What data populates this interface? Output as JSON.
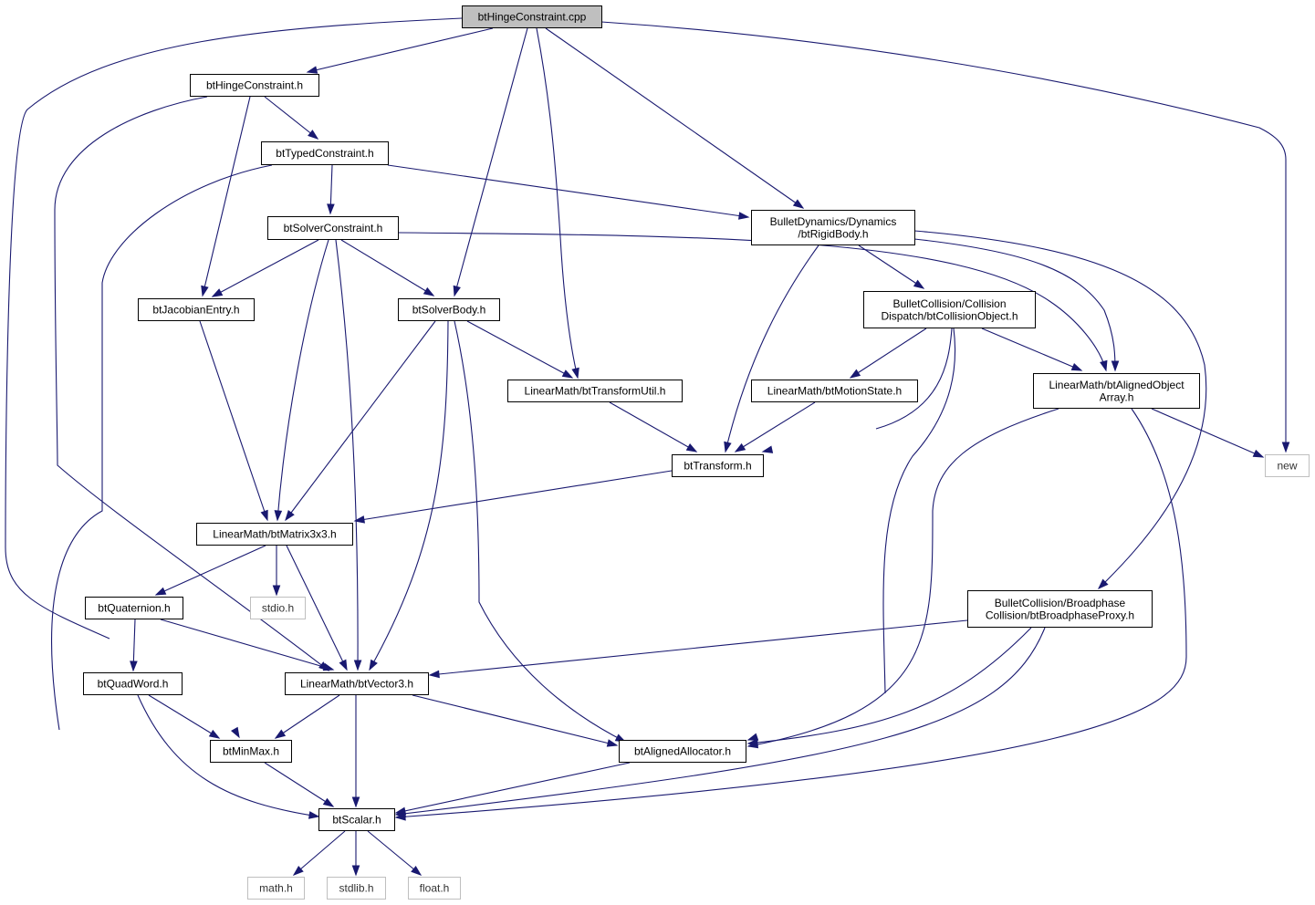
{
  "diagram": {
    "type": "include-dependency-graph",
    "colors": {
      "edge": "#191970",
      "node_border": "#000000",
      "external_border": "#bfbfbf",
      "root_fill": "#bfbfbf",
      "node_fill": "#ffffff"
    },
    "nodes": [
      {
        "id": "root",
        "lines": [
          "btHingeConstraint.cpp"
        ],
        "kind": "root"
      },
      {
        "id": "hinge_h",
        "lines": [
          "btHingeConstraint.h"
        ],
        "kind": "file"
      },
      {
        "id": "typed",
        "lines": [
          "btTypedConstraint.h"
        ],
        "kind": "file"
      },
      {
        "id": "solvercon",
        "lines": [
          "btSolverConstraint.h"
        ],
        "kind": "file"
      },
      {
        "id": "rigidbody",
        "lines": [
          "BulletDynamics/Dynamics",
          "/btRigidBody.h"
        ],
        "kind": "file"
      },
      {
        "id": "jacobian",
        "lines": [
          "btJacobianEntry.h"
        ],
        "kind": "file"
      },
      {
        "id": "solverbody",
        "lines": [
          "btSolverBody.h"
        ],
        "kind": "file"
      },
      {
        "id": "collobj",
        "lines": [
          "BulletCollision/Collision",
          "Dispatch/btCollisionObject.h"
        ],
        "kind": "file"
      },
      {
        "id": "transutil",
        "lines": [
          "LinearMath/btTransformUtil.h"
        ],
        "kind": "file"
      },
      {
        "id": "motion",
        "lines": [
          "LinearMath/btMotionState.h"
        ],
        "kind": "file"
      },
      {
        "id": "alignedarr",
        "lines": [
          "LinearMath/btAlignedObject",
          "Array.h"
        ],
        "kind": "file"
      },
      {
        "id": "new",
        "lines": [
          "new"
        ],
        "kind": "external"
      },
      {
        "id": "transform",
        "lines": [
          "btTransform.h"
        ],
        "kind": "file"
      },
      {
        "id": "matrix",
        "lines": [
          "LinearMath/btMatrix3x3.h"
        ],
        "kind": "file"
      },
      {
        "id": "stdio",
        "lines": [
          "stdio.h"
        ],
        "kind": "external"
      },
      {
        "id": "quat",
        "lines": [
          "btQuaternion.h"
        ],
        "kind": "file"
      },
      {
        "id": "broadphase",
        "lines": [
          "BulletCollision/Broadphase",
          "Collision/btBroadphaseProxy.h"
        ],
        "kind": "file"
      },
      {
        "id": "quadword",
        "lines": [
          "btQuadWord.h"
        ],
        "kind": "file"
      },
      {
        "id": "vector3",
        "lines": [
          "LinearMath/btVector3.h"
        ],
        "kind": "file"
      },
      {
        "id": "minmax",
        "lines": [
          "btMinMax.h"
        ],
        "kind": "file"
      },
      {
        "id": "allocator",
        "lines": [
          "btAlignedAllocator.h"
        ],
        "kind": "file"
      },
      {
        "id": "scalar",
        "lines": [
          "btScalar.h"
        ],
        "kind": "file"
      },
      {
        "id": "math",
        "lines": [
          "math.h"
        ],
        "kind": "external"
      },
      {
        "id": "stdlib",
        "lines": [
          "stdlib.h"
        ],
        "kind": "external"
      },
      {
        "id": "float",
        "lines": [
          "float.h"
        ],
        "kind": "external"
      }
    ],
    "edges": [
      {
        "from": "root",
        "to": "hinge_h"
      },
      {
        "from": "root",
        "to": "minmax"
      },
      {
        "from": "root",
        "to": "solverbody"
      },
      {
        "from": "root",
        "to": "transutil"
      },
      {
        "from": "root",
        "to": "rigidbody"
      },
      {
        "from": "root",
        "to": "new"
      },
      {
        "from": "hinge_h",
        "to": "typed"
      },
      {
        "from": "hinge_h",
        "to": "jacobian"
      },
      {
        "from": "hinge_h",
        "to": "vector3"
      },
      {
        "from": "typed",
        "to": "solvercon"
      },
      {
        "from": "typed",
        "to": "rigidbody"
      },
      {
        "from": "typed",
        "to": "scalar"
      },
      {
        "from": "solvercon",
        "to": "jacobian"
      },
      {
        "from": "solvercon",
        "to": "solverbody"
      },
      {
        "from": "solvercon",
        "to": "matrix"
      },
      {
        "from": "solvercon",
        "to": "vector3"
      },
      {
        "from": "solvercon",
        "to": "alignedarr"
      },
      {
        "from": "rigidbody",
        "to": "collobj"
      },
      {
        "from": "rigidbody",
        "to": "alignedarr"
      },
      {
        "from": "rigidbody",
        "to": "transform"
      },
      {
        "from": "rigidbody",
        "to": "broadphase"
      },
      {
        "from": "jacobian",
        "to": "matrix"
      },
      {
        "from": "solverbody",
        "to": "transutil"
      },
      {
        "from": "solverbody",
        "to": "matrix"
      },
      {
        "from": "solverbody",
        "to": "vector3"
      },
      {
        "from": "solverbody",
        "to": "allocator"
      },
      {
        "from": "collobj",
        "to": "motion"
      },
      {
        "from": "collobj",
        "to": "alignedarr"
      },
      {
        "from": "collobj",
        "to": "transform"
      },
      {
        "from": "collobj",
        "to": "allocator"
      },
      {
        "from": "transutil",
        "to": "transform"
      },
      {
        "from": "motion",
        "to": "transform"
      },
      {
        "from": "alignedarr",
        "to": "new"
      },
      {
        "from": "alignedarr",
        "to": "allocator"
      },
      {
        "from": "alignedarr",
        "to": "scalar"
      },
      {
        "from": "transform",
        "to": "matrix"
      },
      {
        "from": "matrix",
        "to": "quat"
      },
      {
        "from": "matrix",
        "to": "stdio"
      },
      {
        "from": "matrix",
        "to": "vector3"
      },
      {
        "from": "quat",
        "to": "quadword"
      },
      {
        "from": "quat",
        "to": "vector3"
      },
      {
        "from": "broadphase",
        "to": "vector3"
      },
      {
        "from": "broadphase",
        "to": "allocator"
      },
      {
        "from": "broadphase",
        "to": "scalar"
      },
      {
        "from": "quadword",
        "to": "minmax"
      },
      {
        "from": "quadword",
        "to": "scalar"
      },
      {
        "from": "vector3",
        "to": "minmax"
      },
      {
        "from": "vector3",
        "to": "scalar"
      },
      {
        "from": "vector3",
        "to": "allocator"
      },
      {
        "from": "minmax",
        "to": "scalar"
      },
      {
        "from": "allocator",
        "to": "scalar"
      },
      {
        "from": "scalar",
        "to": "math"
      },
      {
        "from": "scalar",
        "to": "stdlib"
      },
      {
        "from": "scalar",
        "to": "float"
      }
    ]
  }
}
